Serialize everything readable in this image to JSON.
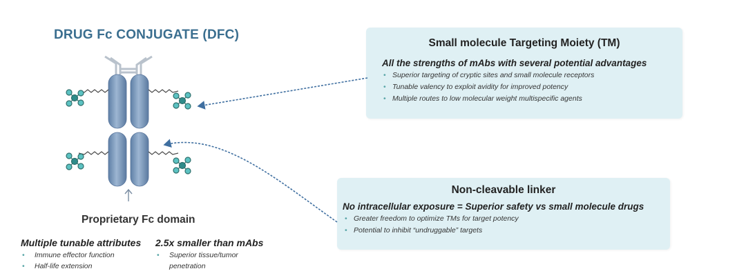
{
  "dfc": {
    "title": "DRUG Fc CONJUGATE (DFC)",
    "fc_domain_label": "Proprietary Fc domain"
  },
  "attributes": [
    {
      "heading": "Multiple tunable attributes",
      "items": [
        "Immune effector function",
        "Half-life extension"
      ]
    },
    {
      "heading": "2.5x smaller than mAbs",
      "items": [
        "Superior tissue/tumor penetration"
      ]
    }
  ],
  "tm_callout": {
    "title": "Small molecule Targeting Moiety (TM)",
    "subtitle": "All the strengths of mAbs with several potential advantages",
    "items": [
      "Superior targeting of cryptic sites and small molecule receptors",
      "Tunable valency to exploit avidity for improved potency",
      "Multiple routes to low molecular weight multispecific agents"
    ]
  },
  "linker_callout": {
    "title": "Non-cleavable linker",
    "subtitle": "No intracellular exposure = Superior safety vs small molecule drugs",
    "items": [
      "Greater freedom to optimize TMs for target potency",
      "Potential to inhibit “undruggable” targets"
    ]
  },
  "colors": {
    "title_blue": "#3a6e8f",
    "callout_bg": "#dff0f4",
    "cylinder": "#7d9bbd",
    "connector": "#3f6fa0",
    "ligand": "#3aa7a3",
    "bullet": "#5aa6a8"
  }
}
